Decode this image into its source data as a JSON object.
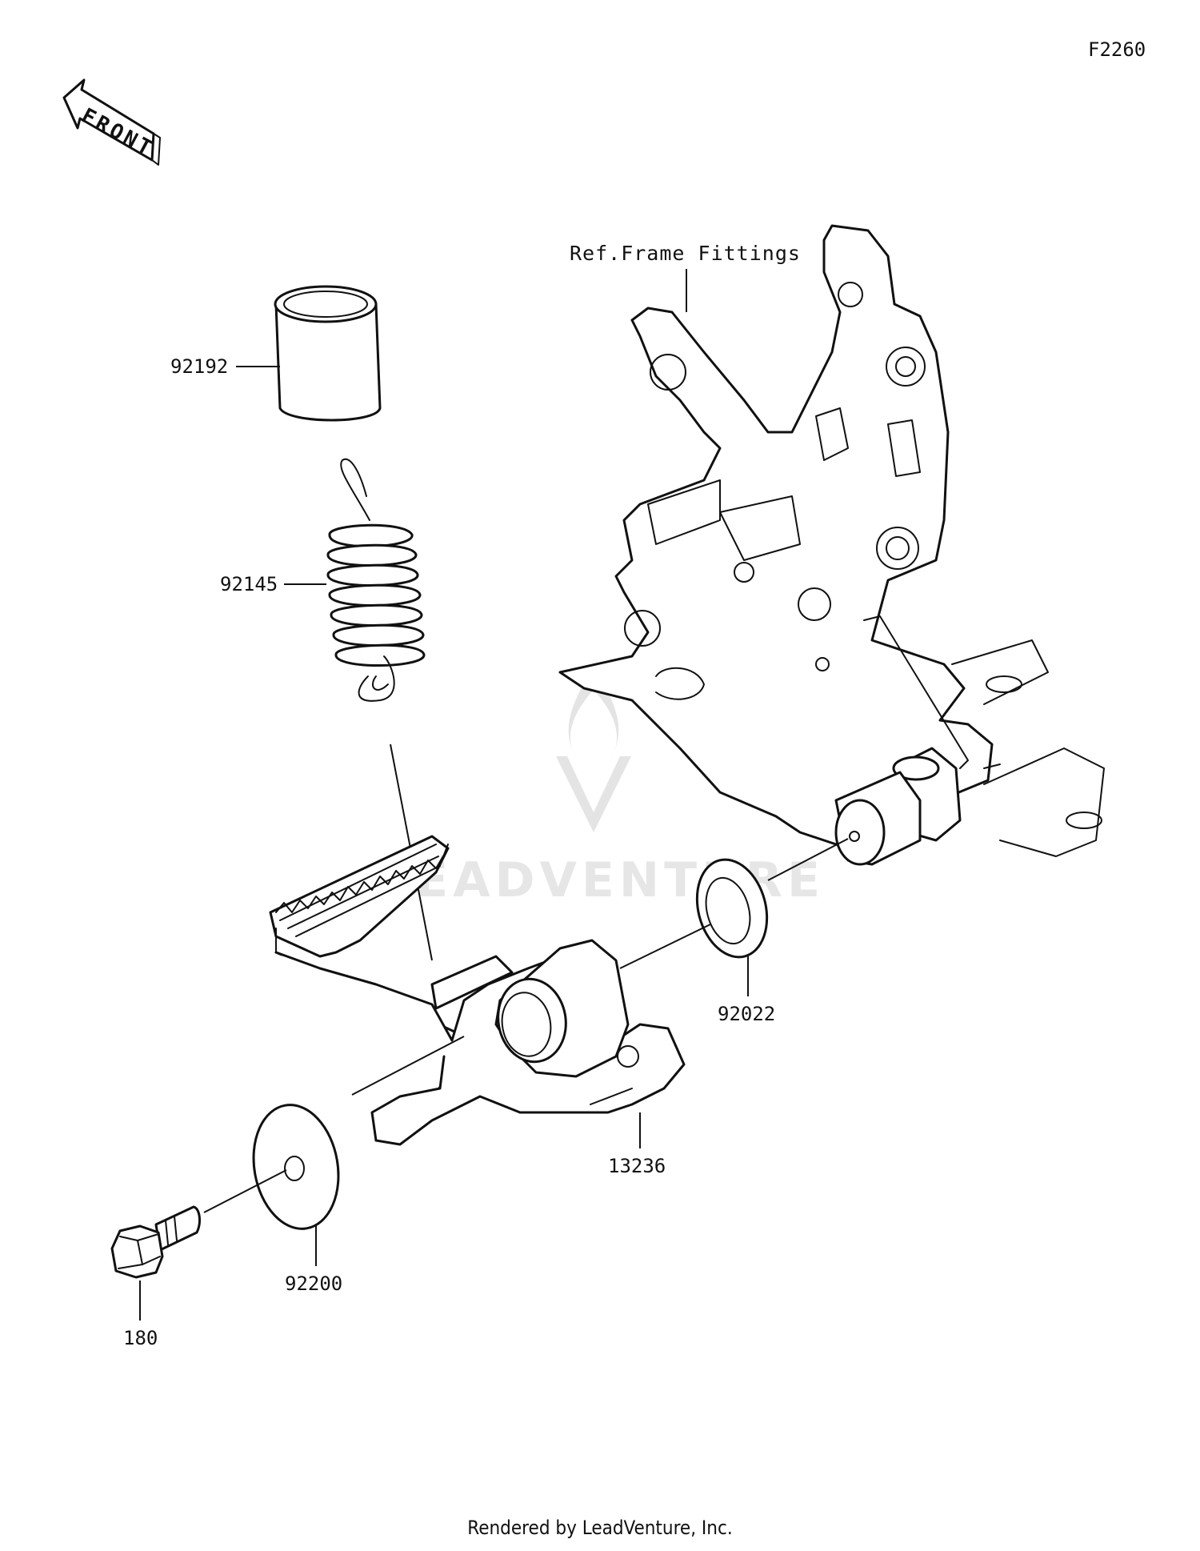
{
  "diagram": {
    "figure_code": "F2260",
    "front_arrow_text": "FRONT",
    "reference_label": "Ref.Frame Fittings",
    "watermark_text": "LEADVENTURE",
    "parts": [
      {
        "id": "92192",
        "label": "92192"
      },
      {
        "id": "92145",
        "label": "92145"
      },
      {
        "id": "92022",
        "label": "92022"
      },
      {
        "id": "13236",
        "label": "13236"
      },
      {
        "id": "92200",
        "label": "92200"
      },
      {
        "id": "180",
        "label": "180"
      }
    ]
  },
  "footer": {
    "text": "Rendered by LeadVenture, Inc."
  }
}
